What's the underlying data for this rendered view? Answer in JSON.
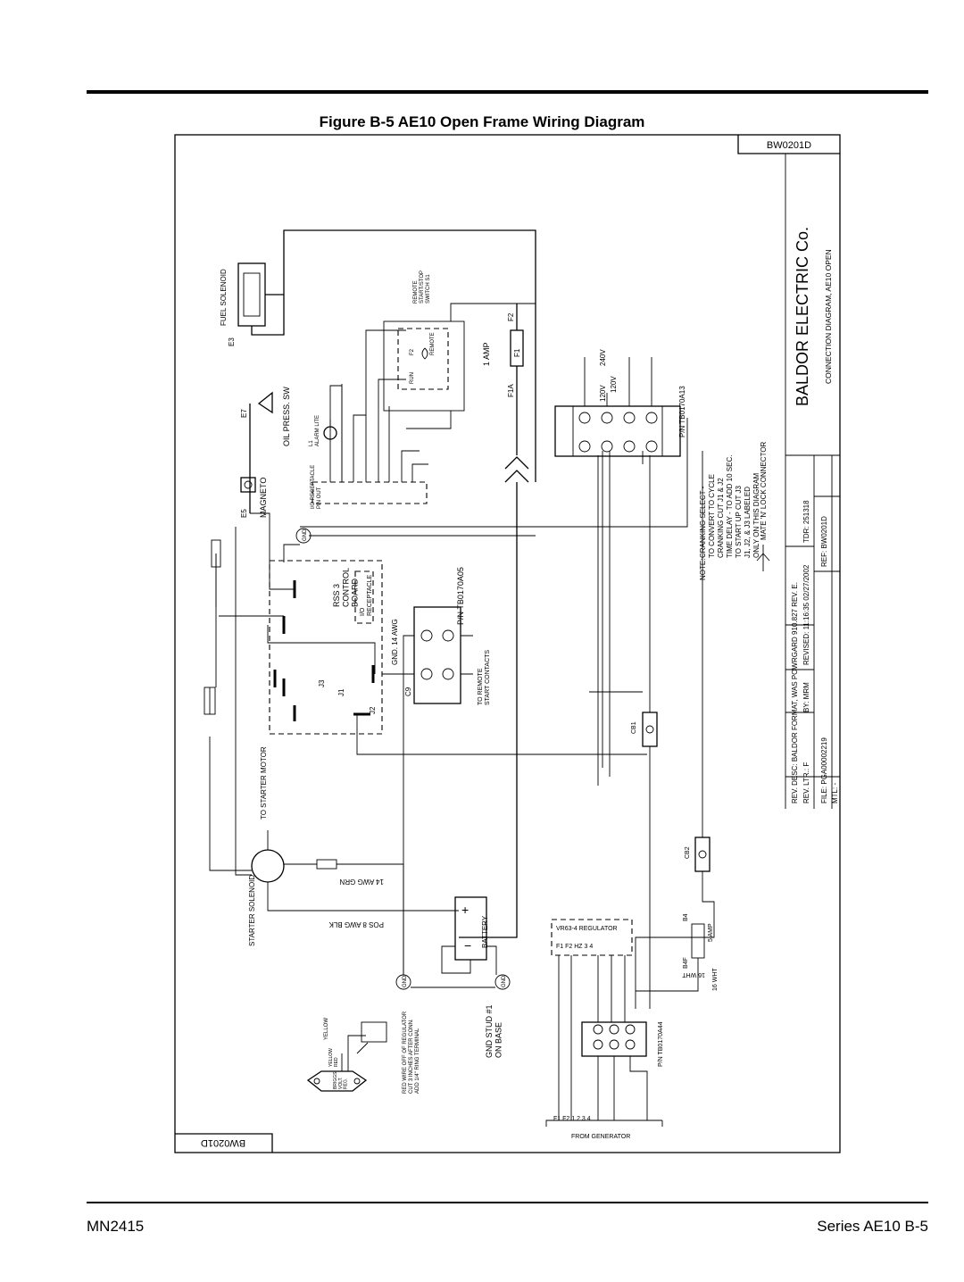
{
  "figure_title": "Figure B-5 AE10 Open Frame Wiring Diagram",
  "footer": {
    "left": "MN2415",
    "right": "Series AE10 B-5"
  },
  "drawing_number_top": "BW0201D",
  "drawing_number_bottom": "BW0201D",
  "company": "BALDOR  ELECTRIC  Co.",
  "drawing_title": "CONNECTION DIAGRAM, AE10 OPEN",
  "title_block": {
    "rev_desc": "REV. DESC:  BALDOR FORMAT, WAS POWRGARD 910.827 REV. E.",
    "rev_ltr": "REV. LTR.:  F",
    "by": "BY:  MRM",
    "revised": "REVISED: 11:16:35  02/27/2002",
    "tdr": "TDR: 251318",
    "file": "FILE: PGA00002219",
    "ref": "REF: BW0201D",
    "mtl": "MTL: -"
  },
  "note": {
    "label": "NOTE:",
    "lines": [
      "CRANKING SELECT -",
      "TO CONVERT TO CYCLE",
      "CRANKING CUT J1 & J2",
      "TIME DELAY - TO ADD 10 SEC.",
      "TO START UP CUT J3",
      "J1, J2, & J3 LABELED",
      "ONLY ON THIS DIAGRAM"
    ],
    "legend": "MATE 'N' LOCK CONNECTOR"
  },
  "labels": {
    "fuel_solenoid": "FUEL SOLENOID",
    "e3": "E3",
    "e7": "E7",
    "e5": "E5",
    "oil_press": "OIL PRESS. SW",
    "magneto": "MAGNETO",
    "alarm": "L1\nALARM LITE",
    "io_receptacle": "I/O RECEPTACLE\nPIN OUT",
    "remote_switch": "REMOTE\nSTART/STOP\nSWITCH  S1",
    "f2": "F2",
    "run": "RUN",
    "remote": "REMOTE",
    "f2_fuse": "F2",
    "f1_fuse": "F1",
    "f1a": "F1A",
    "one_amp": "1 AMP",
    "v240": "240V",
    "v120a": "120V",
    "v120b": "120V",
    "tb13": "P/N TB0170A13",
    "rss": "RSS 3\nCONTROL\nBOARD",
    "io_recept_box": "I/O\nRECEPTACLE",
    "tb05": "P/N TB0170A05",
    "gnd14": "GND. 14 AWG",
    "c9": "C9",
    "to_remote": "TO REMOTE\nSTART CONTACTS",
    "j3": "J3",
    "j1": "J1",
    "j2": "J2",
    "cb1": "CB1",
    "cb2": "CB2",
    "to_starter": "TO STARTER MOTOR",
    "starter_sol": "STARTER SOLENOID",
    "awg_grn": "14 AWG GRN",
    "pos_blk": "POS 8 AWG BLK",
    "battery": "BATTERY",
    "gnd_stud": "GND STUD #1\nON BASE",
    "regulator": "VR63-4 REGULATOR",
    "reg_terms": "F1  F2  HZ  3  4",
    "b4": "B4",
    "b4f": "B4F",
    "five_amp": "5 AMP",
    "wht16a": "16 WHT",
    "wht16b": "16 WHT",
    "tb44": "P/N TB0170A44",
    "from_gen": "FROM GENERATOR",
    "gen_terms": "F1  F2   1   2   3   4",
    "yellow": "YELLOW",
    "red_wire": "RED WIRE OFF OF REGULATOR\nCUT 3 INCHES AFTER CONN.\nADD 1/4\" RING TERMINAL",
    "briggs": "BRIGGS\nVOLT.\nREG.",
    "yellow_red": "YELLOW\nRED",
    "gnd": "GND"
  }
}
